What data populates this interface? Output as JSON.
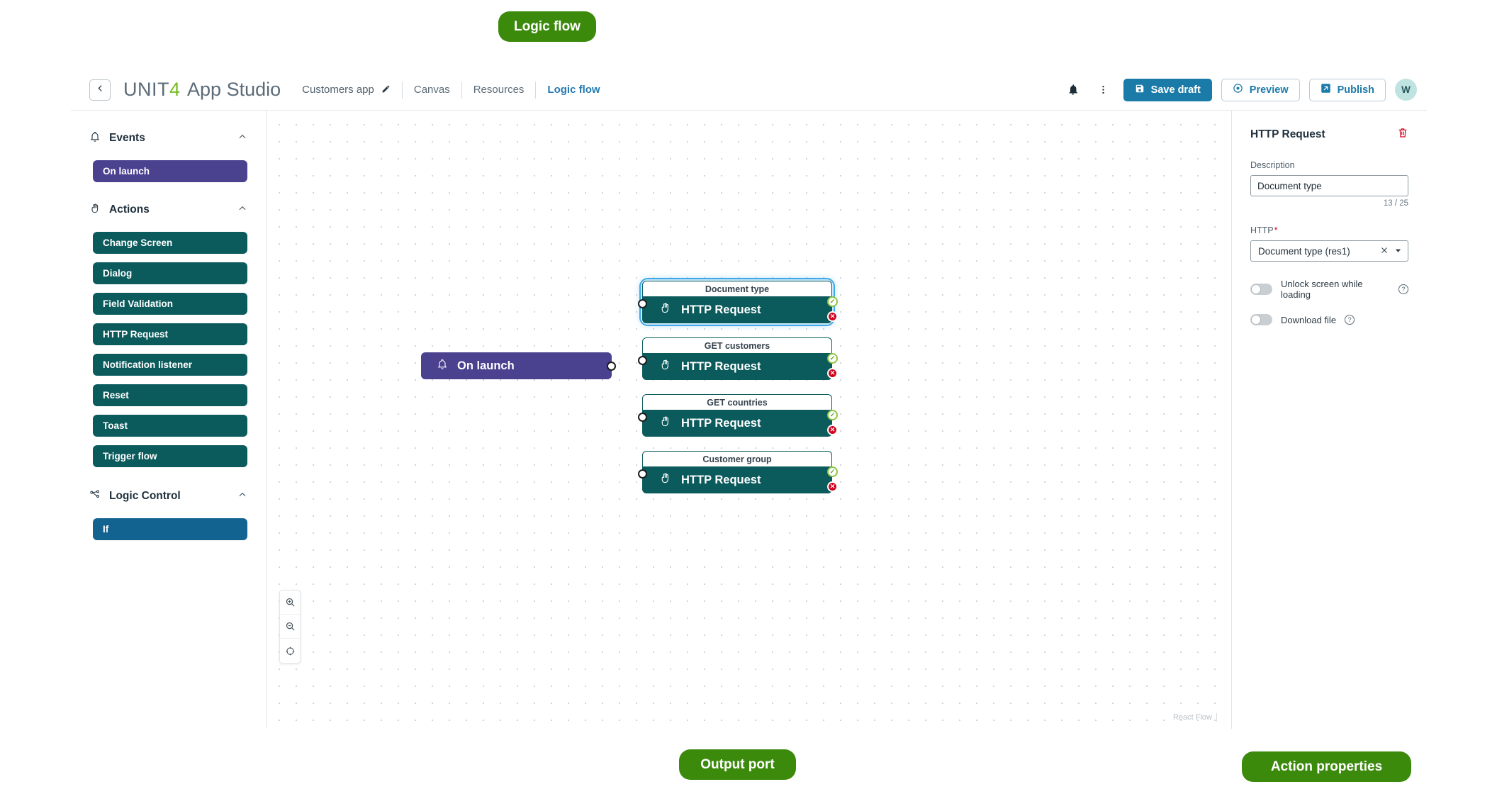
{
  "header": {
    "back_icon": "chevron-left-icon",
    "brand_unit": "UNIT",
    "brand_four": "4",
    "brand_studio": "App Studio",
    "app_name": "Customers app",
    "edit_icon": "pencil-icon",
    "nav": [
      {
        "label": "Canvas",
        "active": false
      },
      {
        "label": "Resources",
        "active": false
      },
      {
        "label": "Logic flow",
        "active": true
      }
    ],
    "bell_icon": "bell-icon",
    "kebab_icon": "more-vertical-icon",
    "save_label": "Save draft",
    "save_icon": "save-icon",
    "preview_label": "Preview",
    "preview_icon": "eye-icon",
    "publish_label": "Publish",
    "publish_icon": "external-link-icon",
    "avatar_initial": "W",
    "accent": "#1b7ba8"
  },
  "palette": {
    "sections": [
      {
        "title": "Events",
        "icon": "bell-icon",
        "chevron": "chevron-up-icon",
        "kind": "event",
        "items": [
          {
            "label": "On launch"
          }
        ]
      },
      {
        "title": "Actions",
        "icon": "hand-icon",
        "chevron": "chevron-up-icon",
        "kind": "action",
        "items": [
          {
            "label": "Change Screen"
          },
          {
            "label": "Dialog"
          },
          {
            "label": "Field Validation"
          },
          {
            "label": "HTTP Request"
          },
          {
            "label": "Notification listener"
          },
          {
            "label": "Reset"
          },
          {
            "label": "Toast"
          },
          {
            "label": "Trigger flow"
          }
        ]
      },
      {
        "title": "Logic Control",
        "icon": "branch-icon",
        "chevron": "chevron-up-icon",
        "kind": "logic",
        "items": [
          {
            "label": "If"
          }
        ]
      }
    ]
  },
  "canvas": {
    "attribution": "React Flow",
    "zoom_controls": [
      {
        "name": "zoom-in-icon"
      },
      {
        "name": "zoom-out-icon"
      },
      {
        "name": "fit-view-icon"
      }
    ],
    "trigger_node": {
      "label": "On launch",
      "icon": "bell-icon"
    },
    "nodes": [
      {
        "title": "Document type",
        "label": "HTTP Request",
        "icon": "hand-icon",
        "selected": true
      },
      {
        "title": "GET customers",
        "label": "HTTP Request",
        "icon": "hand-icon",
        "selected": false
      },
      {
        "title": "GET countries",
        "label": "HTTP Request",
        "icon": "hand-icon",
        "selected": false
      },
      {
        "title": "Customer group",
        "label": "HTTP Request",
        "icon": "hand-icon",
        "selected": false
      }
    ]
  },
  "properties": {
    "title": "HTTP Request",
    "delete_icon": "trash-icon",
    "description_label": "Description",
    "description_value": "Document type",
    "description_counter": "13 / 25",
    "http_label": "HTTP",
    "http_value": "Document type (res1)",
    "clear_icon": "close-icon",
    "caret_icon": "chevron-down-icon",
    "toggles": [
      {
        "label": "Unlock screen while loading",
        "on": false,
        "help_icon": "help-icon"
      },
      {
        "label": "Download file",
        "on": false,
        "help_icon": "help-icon"
      }
    ]
  },
  "annotations": {
    "color": "#3c8a0c",
    "items": [
      {
        "label": "Logic flow"
      },
      {
        "label": "Output port"
      },
      {
        "label": "Action properties"
      }
    ]
  }
}
